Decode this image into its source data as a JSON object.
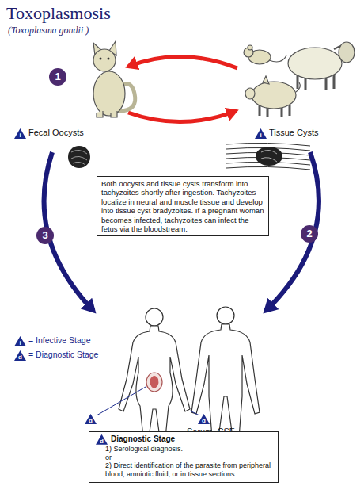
{
  "diagram": {
    "title": "Toxoplasmosis",
    "nodes": [
      {
        "text": [
          "Both oocysts and tissue cysts transform into tachyzoites shortly after ingestion. Tachyzoites localize in neural and muscle tissue and develop into tissue cyst bradyzoites. If a pregnant woman becomes infected, tachyzoites can infect the fetus via the bloodstream."
        ]
      },
      {
        "text": [
          "d",
          "Diagnostic Stage",
          "1) Serological diagnosis.",
          "or",
          "2) Direct identification of the parasite from peripheral blood, amniotic fluid, or in tissue sections."
        ]
      }
    ],
    "labels": [
      "(Toxoplasma gondii )",
      "1",
      "i",
      "Fecal Oocysts",
      "i",
      "Tissue Cysts",
      "3",
      "2",
      "i",
      "d",
      "d",
      "d",
      "Serum, CSF"
    ],
    "legend": [
      {
        "text": "= Infective Stage"
      },
      {
        "text": "= Diagnostic Stage"
      }
    ]
  }
}
